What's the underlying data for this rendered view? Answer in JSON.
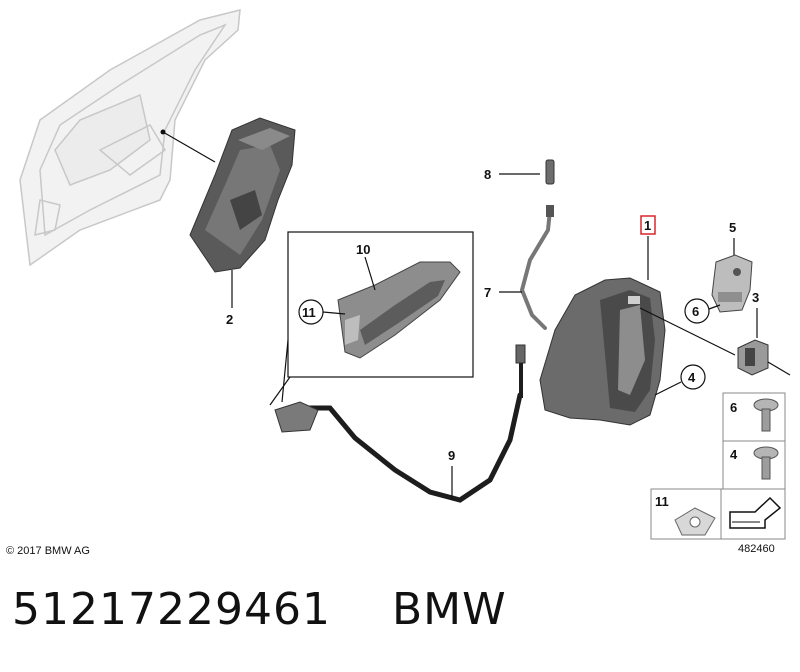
{
  "callouts": {
    "c1": "1",
    "c2": "2",
    "c3": "3",
    "c4": "4",
    "c5": "5",
    "c6": "6",
    "c7": "7",
    "c8": "8",
    "c9": "9",
    "c10": "10",
    "c11": "11"
  },
  "hardware_box": {
    "screw_a_label": "6",
    "screw_b_label": "4",
    "clip_label": "11"
  },
  "copyright": "© 2017 BMW AG",
  "diagram_number": "482460",
  "part_number": "51217229461",
  "brand": "BMW",
  "highlight_color": "#d9262c"
}
